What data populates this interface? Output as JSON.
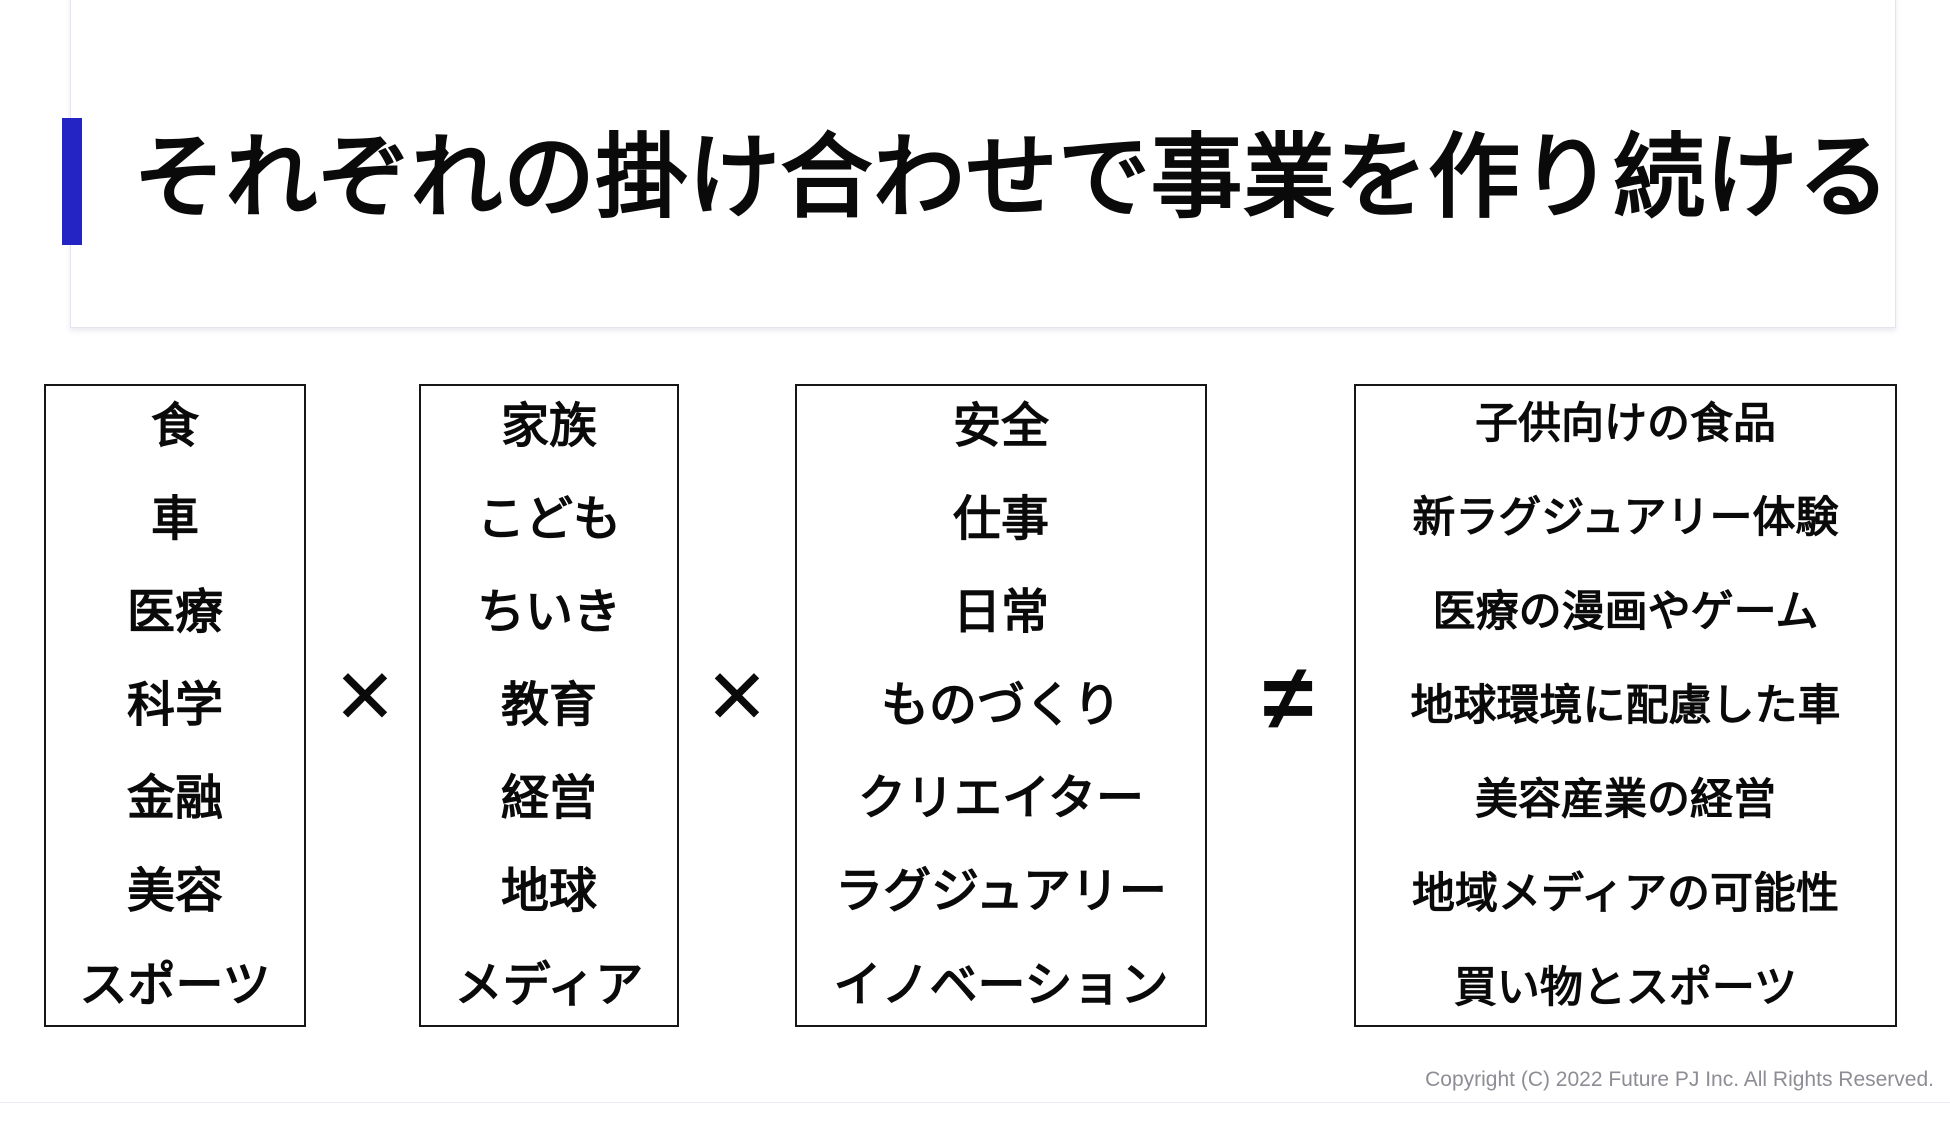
{
  "slide": {
    "title": "それぞれの掛け合わせで事業を作り続ける",
    "accent_color": "#2424c4",
    "background_color": "#ffffff",
    "text_color": "#0a0a0a",
    "border_color": "#161616"
  },
  "columns": [
    {
      "id": "domains",
      "items": [
        "食",
        "車",
        "医療",
        "科学",
        "金融",
        "美容",
        "スポーツ"
      ]
    },
    {
      "id": "themes",
      "items": [
        "家族",
        "こども",
        "ちいき",
        "教育",
        "経営",
        "地球",
        "メディア"
      ]
    },
    {
      "id": "values",
      "items": [
        "安全",
        "仕事",
        "日常",
        "ものづくり",
        "クリエイター",
        "ラグジュアリー",
        "イノベーション"
      ]
    },
    {
      "id": "results",
      "items": [
        "子供向けの食品",
        "新ラグジュアリー体験",
        "医療の漫画やゲーム",
        "地球環境に配慮した車",
        "美容産業の経営",
        "地域メディアの可能性",
        "買い物とスポーツ"
      ]
    }
  ],
  "operators": {
    "multiply_1": "✕",
    "multiply_2": "✕",
    "not_equal": "≠"
  },
  "footer": {
    "copyright": "Copyright (C) 2022 Future PJ Inc. All Rights Reserved."
  }
}
